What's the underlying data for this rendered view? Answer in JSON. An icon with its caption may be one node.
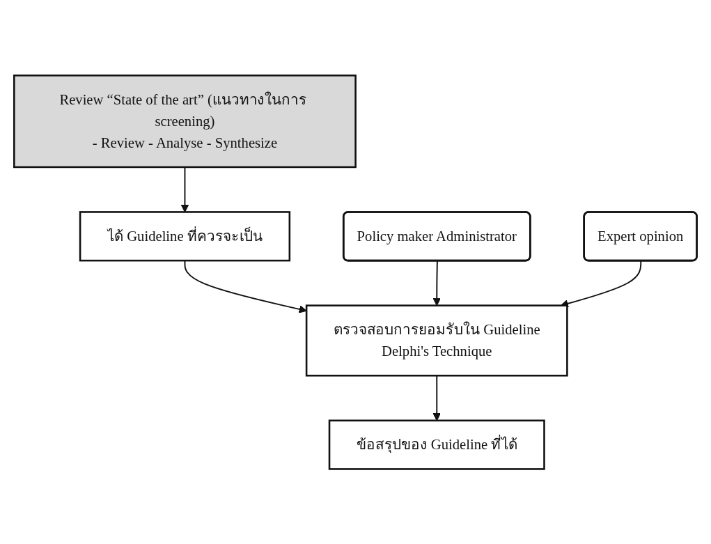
{
  "diagram": {
    "nodes": [
      {
        "text": [
          "Review “State of the art” (แนวทางในการ screening)",
          "- Review - Analyse - Synthesize"
        ]
      },
      {
        "text": [
          "ได้ Guideline ที่ควรจะเป็น"
        ]
      },
      {
        "text": [
          "Policy maker Administrator"
        ]
      },
      {
        "text": [
          "ตรวจสอบการยอมรับใน Guideline",
          "Delphi's Technique"
        ]
      },
      {
        "text": [
          "Expert opinion"
        ]
      },
      {
        "text": [
          "ข้อสรุปของ Guideline ที่ได้"
        ]
      }
    ],
    "edges": [
      {
        "from": 0,
        "to": 1,
        "arrow": "to"
      },
      {
        "from": 1,
        "to": 3,
        "arrow": "to"
      },
      {
        "from": 2,
        "to": 3,
        "arrow": "to"
      },
      {
        "from": 4,
        "to": 3,
        "arrow": "to"
      },
      {
        "from": 3,
        "to": 5,
        "arrow": "to"
      }
    ]
  }
}
